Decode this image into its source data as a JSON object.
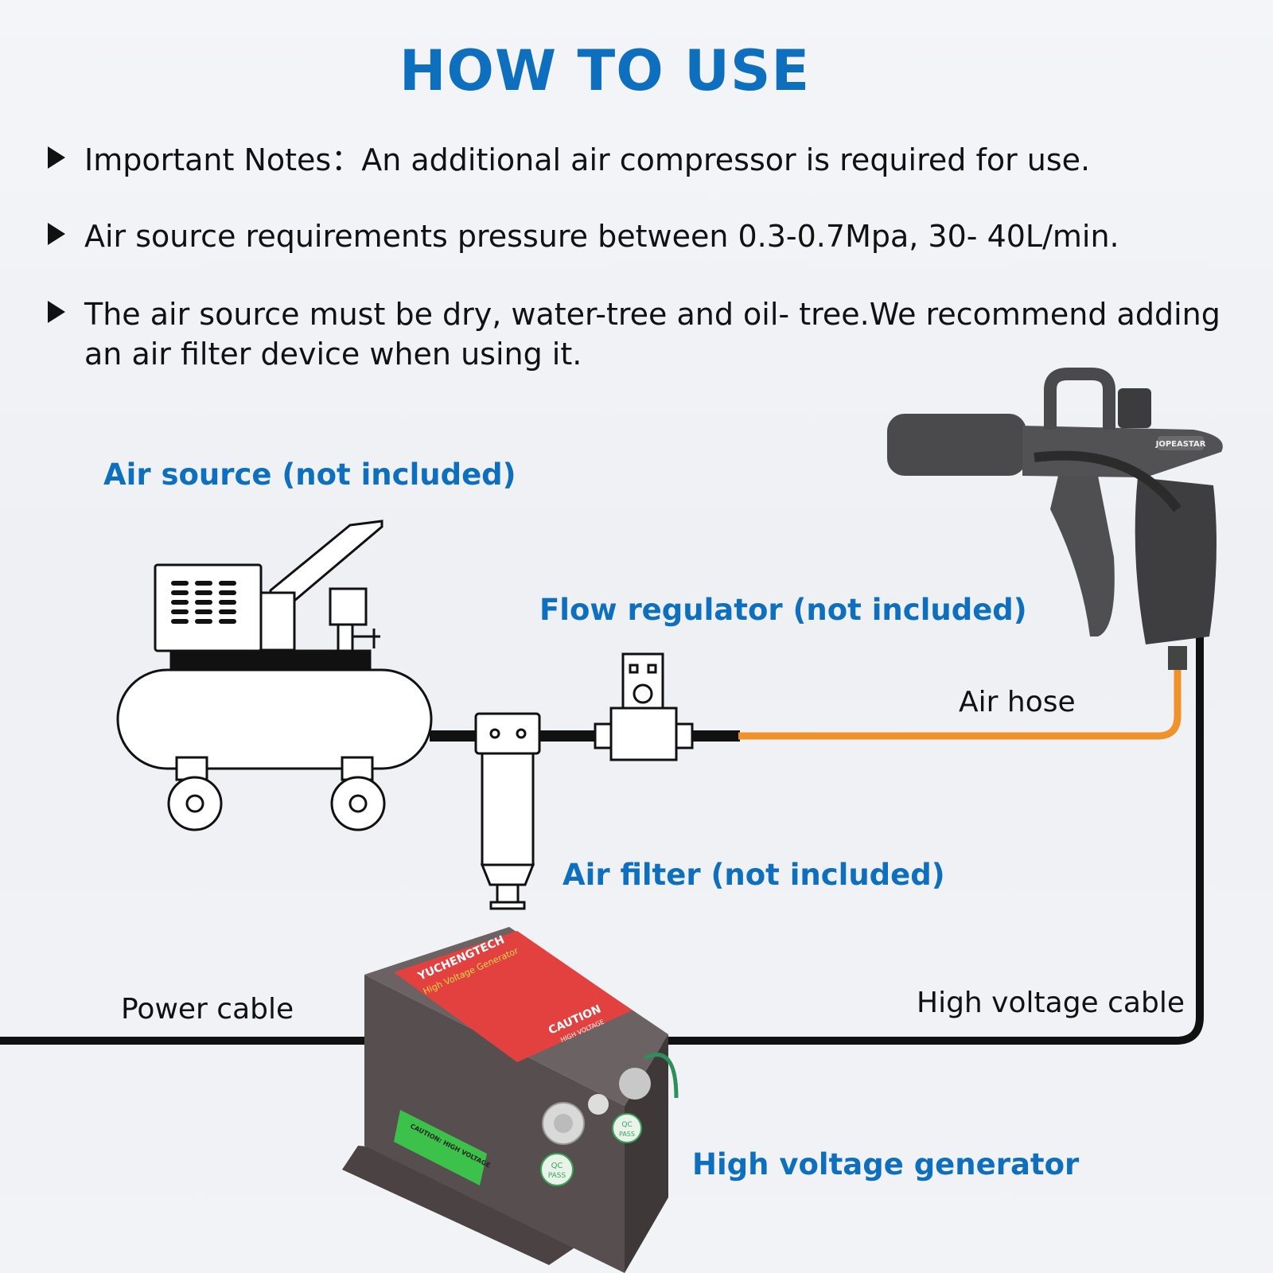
{
  "title": "HOW TO USE",
  "notes": [
    {
      "text": "Important Notes：An additional air compressor is required for use."
    },
    {
      "text": "Air source requirements pressure between 0.3-0.7Mpa, 30- 40L/min."
    },
    {
      "text": "The air source must be dry, water-tree and oil- tree.We recommend adding an air filter device when using it."
    }
  ],
  "labels": {
    "air_source": "Air source (not included)",
    "flow_regulator": "Flow regulator (not included)",
    "air_hose": "Air hose",
    "air_filter": "Air filter (not included)",
    "power_cable": "Power cable",
    "high_voltage_cable": "High voltage cable",
    "high_voltage_generator": "High voltage generator"
  },
  "generator_panel": {
    "brand": "YUCHENGTECH",
    "model": "High Voltage Generator",
    "caution": "CAUTION",
    "caution_sub": "HIGH VOLTAGE",
    "side_label": "CAUTION: HIGH VOLTAGE",
    "qc": "QC",
    "pass": "PASS"
  },
  "gun_brand": "JOPEASTAR",
  "colors": {
    "accent_blue": "#0d6fbe",
    "hose_orange": "#f0922a",
    "cable_black": "#111111",
    "generator_body": "#5a5152",
    "generator_panel": "#e2413f",
    "side_label": "#3cc24a"
  }
}
